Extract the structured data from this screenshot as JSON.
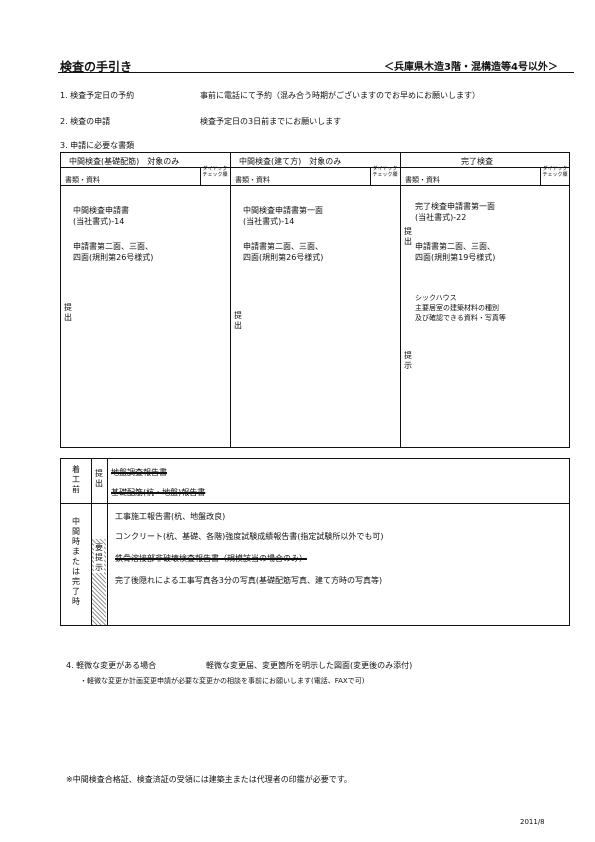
{
  "header": {
    "title": "検査の手引き",
    "scope": "＜兵庫県木造3階・混構造等4号以外＞"
  },
  "items": {
    "schedule": {
      "label": "1. 検査予定日の予約",
      "text": "事前に電話にて予約（混み合う時期がございますのでお早めにお願いします）"
    },
    "application": {
      "label": "2. 検査の申請",
      "text": "検査予定日の3日前までにお願いします"
    },
    "documents": {
      "label": "3. 申請に必要な書類"
    }
  },
  "table": {
    "columns": [
      {
        "header": "中間検査(基礎配筋)　対象のみ",
        "sub": "書類・資料",
        "check": "ダイヤック チェック欄"
      },
      {
        "header": "中間検査(建て方)　対象のみ",
        "sub": "書類・資料",
        "check": "ダイヤック チェック欄"
      },
      {
        "header": "完了検査",
        "sub": "書類・資料",
        "check": "ダイヤック チェック欄"
      }
    ],
    "col1": {
      "doc1": "中間検査申請書",
      "doc1_note": "(当社書式)-14",
      "doc2": "申請書第二面、三面、",
      "doc2_note": "四面(規則第26号様式)",
      "submit": "提出"
    },
    "col2": {
      "doc1": "中間検査申請書第一面",
      "doc1_note": "(当社書式)-14",
      "doc2": "申請書第二面、三面、",
      "doc2_note": "四面(規則第26号様式)",
      "submit": "提出"
    },
    "col3": {
      "doc1": "完了検査申請書第一面",
      "doc1_note": "(当社書式)-22",
      "doc2": "申請書第二面、三面、",
      "doc2_note": "四面(規則第19号様式)",
      "doc3": "シックハウス",
      "doc3_line2": "主要居室の建築材料の種別",
      "doc3_line3": "及び確認できる資料・写真等",
      "submit_top": "提出",
      "submit_bottom": "提示"
    }
  },
  "lower": {
    "label_before": "着工前",
    "label_during": "中間時または完了時",
    "label_submit": "提出",
    "label_present": "要提示",
    "rows": [
      "地盤調査報告書",
      "基礎配筋(杭・地盤)報告書",
      "工事施工報告書(杭、地盤改良)",
      "コンクリート(杭、基礎、各階)強度試験成績報告書(指定試験所以外でも可)",
      "鉄骨溶接部非破壊検査報告書（規模該当の場合のみ）",
      "完了後隠れによる工事写真各3分の写真(基礎配筋写真、建て方時の写真等)"
    ]
  },
  "changes": {
    "label": "4. 軽微な変更がある場合",
    "text": "軽微な変更届、変更箇所を明示した図面(変更後のみ添付)",
    "note": "・軽微な変更か計画変更申請が必要な変更かの相談を事前にお願いします(電話、FAXで可)"
  },
  "footnote": "※中間検査合格証、検査済証の受領には建築主または代理者の印鑑が必要です。",
  "date": "2011/8"
}
